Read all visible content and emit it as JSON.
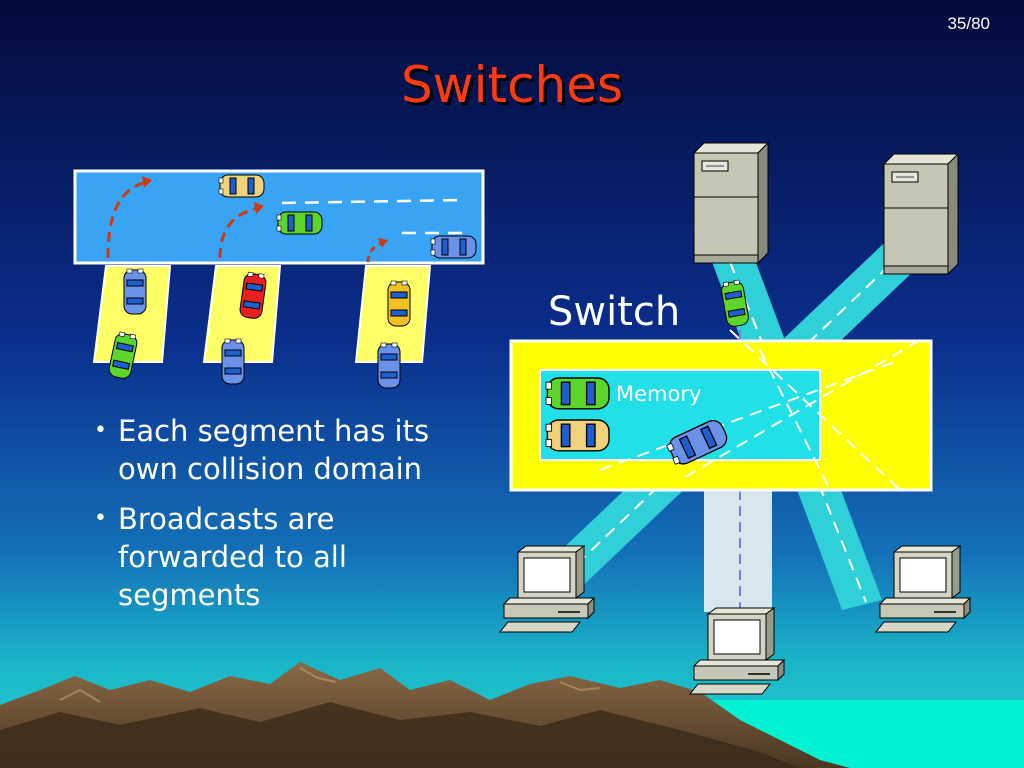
{
  "slide": {
    "number": "35/80",
    "title": "Switches"
  },
  "bullets": [
    "Each segment has its own collision domain",
    "Broadcasts are forwarded to all segments"
  ],
  "diagram": {
    "switch_label": "Switch",
    "memory_label": "Memory"
  },
  "colors": {
    "title": "#ff3a12",
    "road_blue": "#3aa4f4",
    "lane_yellow": "#ffff66",
    "switch_yellow": "#ffff00",
    "memory_cyan": "#22e0e8",
    "link_cyan": "#2fd0d8",
    "sea": "#00f0d0"
  },
  "icons": [
    "car-icon",
    "server-icon",
    "desktop-computer-icon",
    "turn-arrow-icon",
    "mountain-landscape"
  ]
}
